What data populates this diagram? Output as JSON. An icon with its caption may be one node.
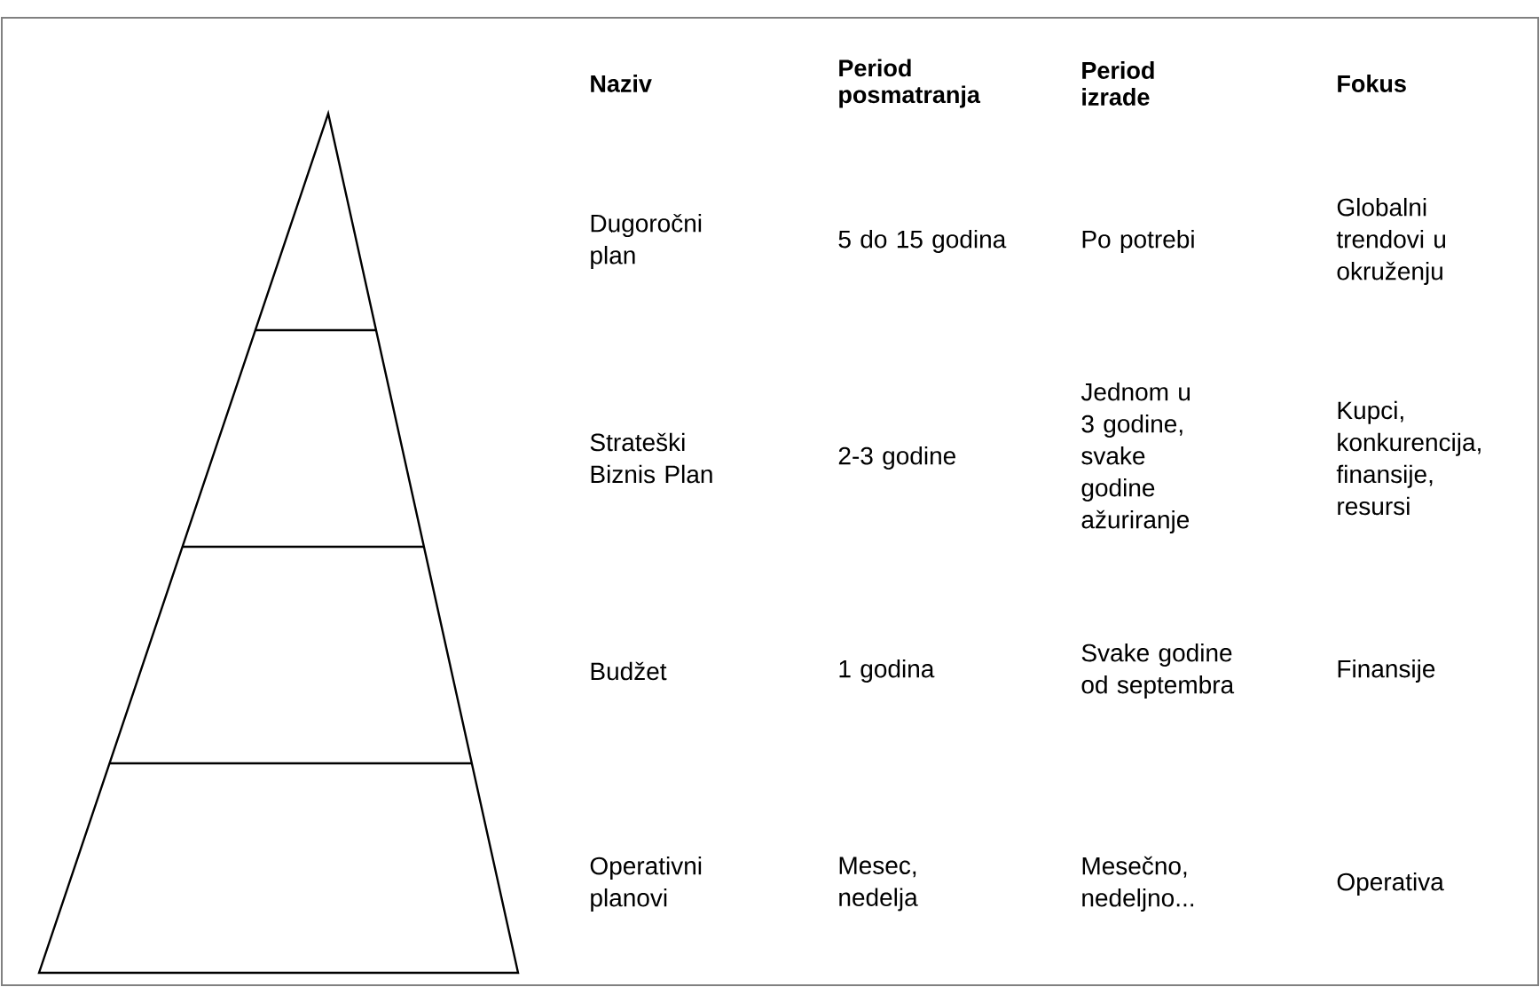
{
  "diagram": {
    "labels": [
      "Naziv",
      "Period posmatranja",
      "Period izrade",
      "Fokus",
      "Dugoročni plan",
      "5 do 15 godina",
      "Po potrebi",
      "Globalni trendovi u okruženju",
      "Strateški Biznis Plan",
      "2-3 godine",
      "Jednom u 3 godine, svake godine ažuriranje",
      "Kupci, konkurencija, finansije, resursi",
      "Budžet",
      "1 godina",
      "Svake godine od septembra",
      "Finansije",
      "Operativni planovi",
      "Mesec, nedelja",
      "Mesečno, nedeljno...",
      "Operativa"
    ]
  }
}
